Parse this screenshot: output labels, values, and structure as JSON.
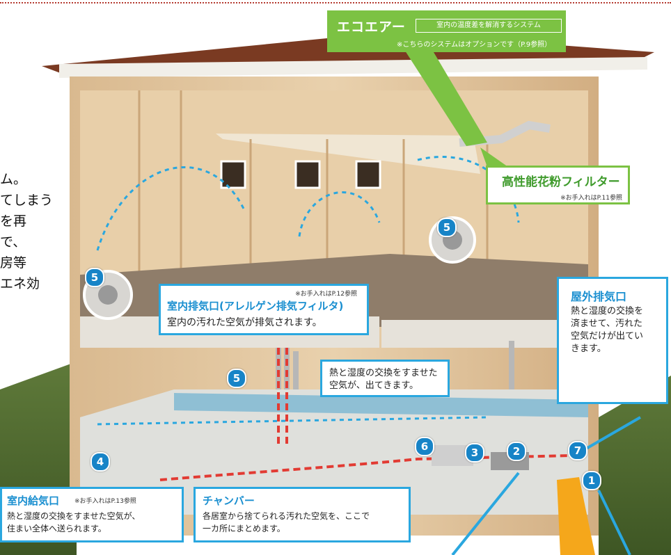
{
  "left_text": [
    "ム。",
    "てしまう",
    "を再",
    "で、",
    "房等",
    "エネ効"
  ],
  "eco_air": {
    "title": "エコエアー",
    "tag": "室内の温度差を解消するシステム",
    "note": "※こちらのシステムはオプションです（P.9参照）"
  },
  "pollen_filter": {
    "title": "高性能花粉フィルター",
    "note": "※お手入れはP.11参照"
  },
  "indoor_exhaust": {
    "note": "※お手入れはP.12参照",
    "title": "室内排気口(アレルゲン排気フィルタ)",
    "body": "室内の汚れた空気が排気されます。"
  },
  "outdoor_exhaust": {
    "title": "屋外排気口",
    "body": [
      "熱と湿度の交換を",
      "済ませて、汚れた",
      "空気だけが出てい",
      "きます。"
    ]
  },
  "heat_exchange": {
    "body": [
      "熱と湿度の交換をすませた",
      "空気が、出てきます。"
    ]
  },
  "indoor_supply": {
    "title": "室内給気口",
    "note": "※お手入れはP.13参照",
    "body": [
      "熱と湿度の交換をすませた空気が、",
      "住まい全体へ送られます。"
    ]
  },
  "chamber": {
    "title": "チャンバー",
    "body": [
      "各居室から捨てられる汚れた空気を、ここで",
      "一カ所にまとめます。"
    ]
  },
  "markers": [
    "5",
    "5",
    "5",
    "6",
    "3",
    "2",
    "7",
    "1",
    "4"
  ],
  "colors": {
    "accent_blue": "#2aa7df",
    "accent_green": "#7cc243",
    "marker": "#1784c7",
    "arrow_red": "#e23b33"
  }
}
